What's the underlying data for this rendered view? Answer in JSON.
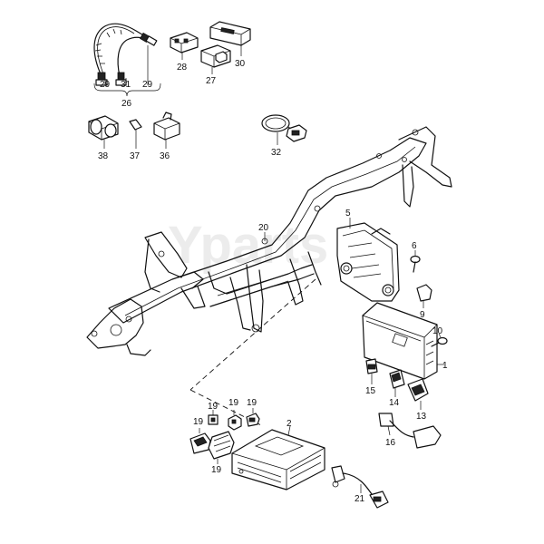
{
  "watermark": "Yparts",
  "callouts": {
    "p1": "1",
    "p2": "2",
    "p5": "5",
    "p6": "6",
    "p9": "9",
    "p10": "10",
    "p13": "13",
    "p14": "14",
    "p15": "15",
    "p16": "16",
    "p19a": "19",
    "p19b": "19",
    "p19c": "19",
    "p19d": "19",
    "p19e": "19",
    "p20": "20",
    "p21": "21",
    "p26": "26",
    "p27": "27",
    "p28": "28",
    "p29a": "29",
    "p29b": "29",
    "p30": "30",
    "p31": "31",
    "p32": "32",
    "p36": "36",
    "p37": "37",
    "p38": "38"
  }
}
